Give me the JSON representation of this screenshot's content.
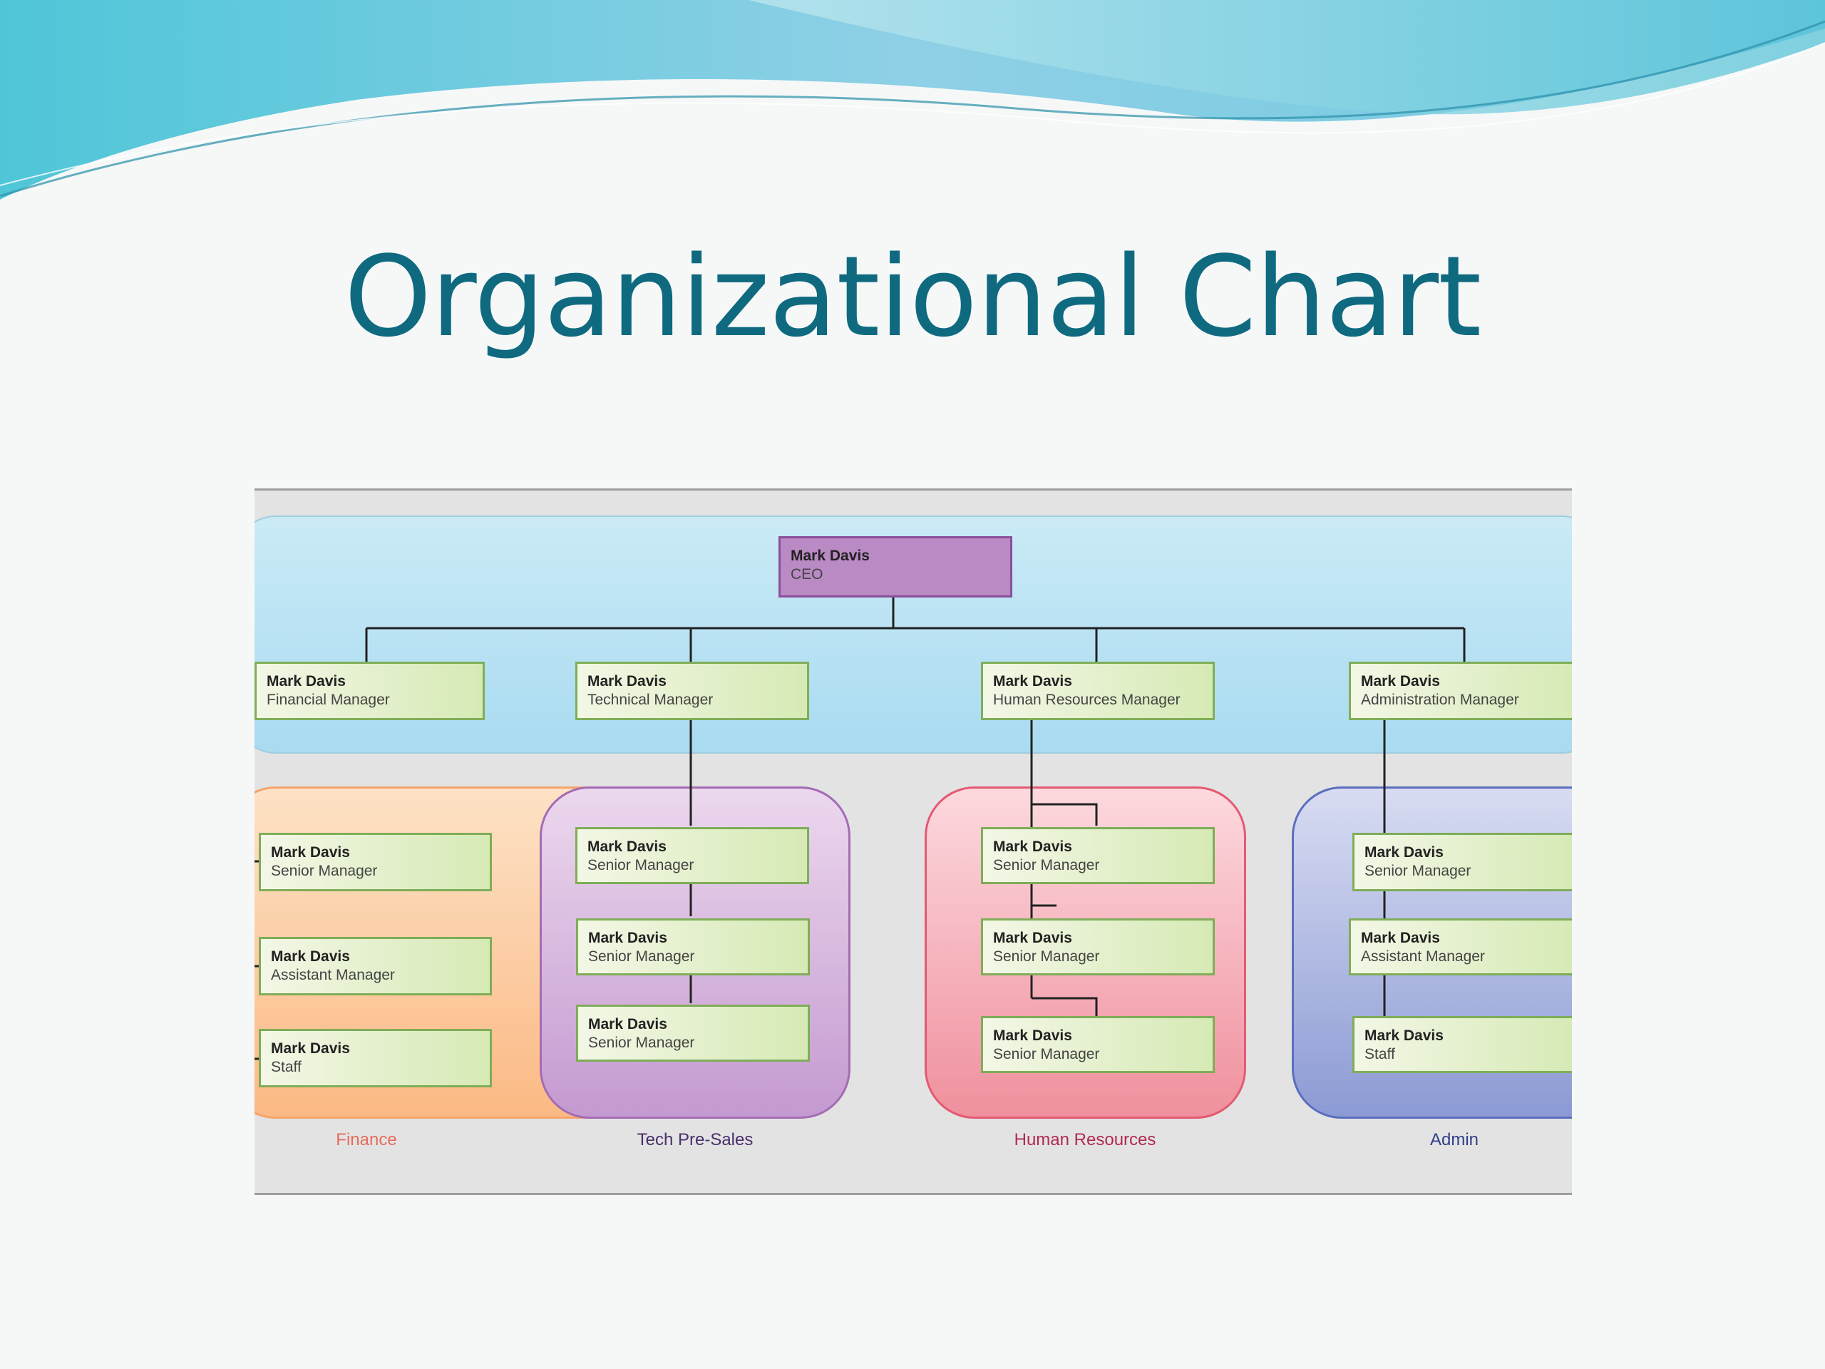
{
  "title": "Organizational Chart",
  "colors": {
    "title": "#0f6a80",
    "top_band": "#bde3f4",
    "finance": "#fbc89a",
    "tech": "#d7b5df",
    "hr": "#f6aab6",
    "admin": "#a9b3e0",
    "node_border": "#7fad58",
    "ceo": "#b98ac4"
  },
  "org": {
    "ceo": {
      "name": "Mark Davis",
      "role": "CEO"
    },
    "managers": [
      {
        "name": "Mark Davis",
        "role": "Financial  Manager"
      },
      {
        "name": "Mark Davis",
        "role": "Technical Manager"
      },
      {
        "name": "Mark Davis",
        "role": "Human Resources Manager"
      },
      {
        "name": "Mark Davis",
        "role": "Administration Manager"
      }
    ],
    "groups": [
      {
        "label": "Finance",
        "color": "#e46c5a",
        "members": [
          {
            "name": "Mark Davis",
            "role": "Senior Manager"
          },
          {
            "name": "Mark Davis",
            "role": "Assistant Manager"
          },
          {
            "name": "Mark Davis",
            "role": "Staff"
          }
        ]
      },
      {
        "label": "Tech Pre-Sales",
        "color": "#4a2f6a",
        "members": [
          {
            "name": "Mark Davis",
            "role": "Senior Manager"
          },
          {
            "name": "Mark Davis",
            "role": "Senior Manager"
          },
          {
            "name": "Mark Davis",
            "role": "Senior Manager"
          }
        ]
      },
      {
        "label": "Human Resources",
        "color": "#b02a52",
        "members": [
          {
            "name": "Mark Davis",
            "role": "Senior Manager"
          },
          {
            "name": "Mark Davis",
            "role": "Senior Manager"
          },
          {
            "name": "Mark Davis",
            "role": "Senior Manager"
          }
        ]
      },
      {
        "label": "Admin",
        "color": "#2f3f8a",
        "members": [
          {
            "name": "Mark Davis",
            "role": "Senior Manager"
          },
          {
            "name": "Mark Davis",
            "role": "Assistant Manager"
          },
          {
            "name": "Mark Davis",
            "role": "Staff"
          }
        ]
      }
    ]
  }
}
